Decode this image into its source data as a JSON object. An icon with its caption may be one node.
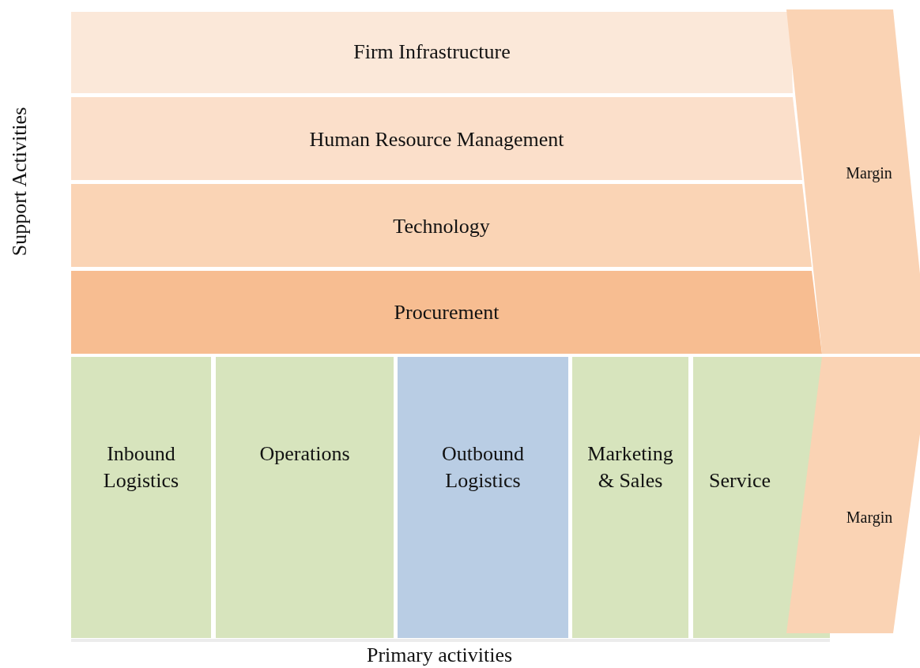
{
  "diagram": {
    "nodes": [
      {
        "text": [
          "Firm Infrastructure"
        ]
      },
      {
        "text": [
          "Human Resource Management"
        ]
      },
      {
        "text": [
          "Technology"
        ]
      },
      {
        "text": [
          "Procurement"
        ]
      },
      {
        "text": [
          "Margin"
        ]
      },
      {
        "text": [
          "Inbound Logistics"
        ]
      },
      {
        "text": [
          "Operations"
        ]
      },
      {
        "text": [
          "Outbound Logistics"
        ]
      },
      {
        "text": [
          "Marketing & Sales"
        ]
      },
      {
        "text": [
          "Service"
        ]
      },
      {
        "text": [
          "Margin"
        ]
      }
    ],
    "labels": [
      "Support Activities",
      "Primary activities"
    ]
  }
}
